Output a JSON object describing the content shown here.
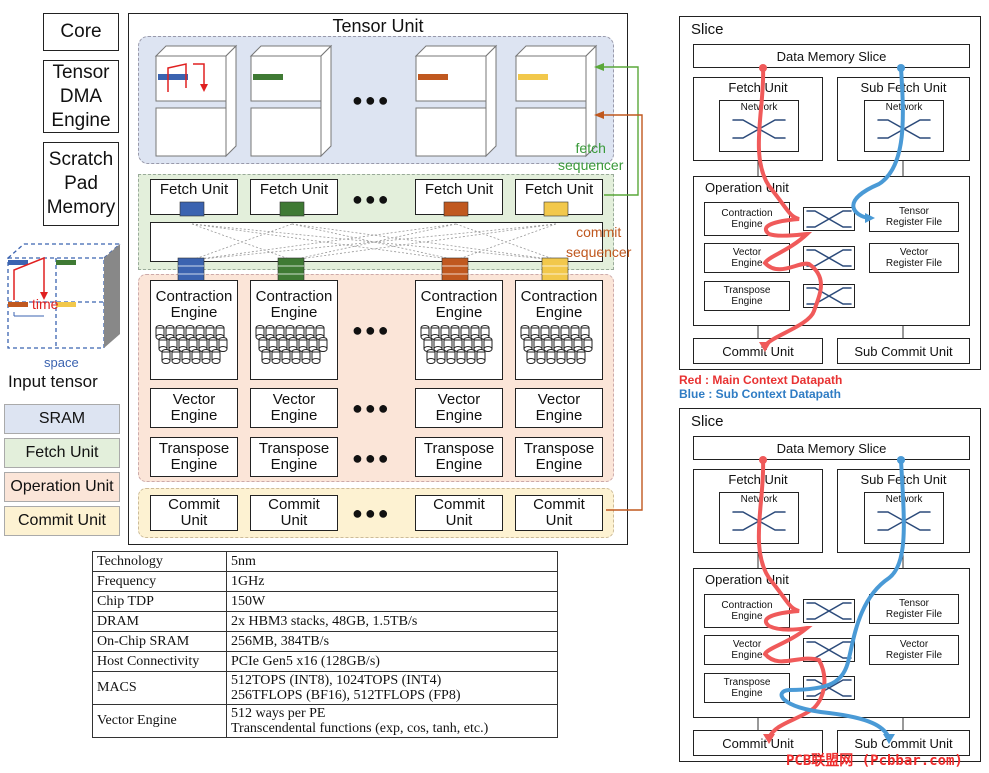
{
  "left_column": {
    "core": "Core",
    "tensor_dma": "Tensor\nDMA\nEngine",
    "scratch_pad": "Scratch\nPad\nMemory",
    "time_label": "time",
    "space_label": "space",
    "input_tensor": "Input tensor"
  },
  "legend": {
    "sram": "SRAM",
    "fetch": "Fetch Unit",
    "operation": "Operation Unit",
    "commit": "Commit Unit"
  },
  "tensor_unit": {
    "title": "Tensor Unit",
    "fetch_unit_label": "Fetch Unit",
    "contraction_label": "Contraction\nEngine",
    "vector_label": "Vector\nEngine",
    "transpose_label": "Transpose\nEngine",
    "commit_label": "Commit\nUnit",
    "fetch_sequencer": "fetch\nsequencer",
    "commit_sequencer": "commit\nsequencer",
    "ellipsis": "●●●"
  },
  "colors": {
    "sram_bg": "#dde4f2",
    "fetch_bg": "#e3efdb",
    "operation_bg": "#fbe5d8",
    "commit_bg": "#fdf2d2",
    "blue": "#3b63b0",
    "green": "#3f7a34",
    "orange": "#c0581f",
    "yellow": "#f2c84b",
    "main_path": "#f05a5a",
    "sub_path": "#4a9ad6"
  },
  "specs": [
    {
      "k": "Technology",
      "v": [
        "5nm"
      ]
    },
    {
      "k": "Frequency",
      "v": [
        "1GHz"
      ]
    },
    {
      "k": "Chip TDP",
      "v": [
        "150W"
      ]
    },
    {
      "k": "DRAM",
      "v": [
        "2x HBM3 stacks, 48GB, 1.5TB/s"
      ]
    },
    {
      "k": "On-Chip SRAM",
      "v": [
        "256MB, 384TB/s"
      ]
    },
    {
      "k": "Host Connectivity",
      "v": [
        "PCIe Gen5 x16 (128GB/s)"
      ]
    },
    {
      "k": "MACS",
      "v": [
        "512TOPS (INT8), 1024TOPS (INT4)",
        "256TFLOPS (BF16), 512TFLOPS (FP8)"
      ]
    },
    {
      "k": "Vector Engine",
      "v": [
        "512 ways per PE",
        "Transcendental functions (exp, cos, tanh, etc.)"
      ]
    }
  ],
  "slice": {
    "title": "Slice",
    "data_memory": "Data Memory Slice",
    "fetch_unit": "Fetch Unit",
    "sub_fetch_unit": "Sub Fetch Unit",
    "network": "Network",
    "operation_unit": "Operation Unit",
    "contraction": "Contraction\nEngine",
    "vector": "Vector\nEngine",
    "transpose": "Transpose\nEngine",
    "tensor_rf": "Tensor\nRegister File",
    "vector_rf": "Vector\nRegister File",
    "commit_unit": "Commit Unit",
    "sub_commit_unit": "Sub Commit Unit"
  },
  "datapath_legend": {
    "red": "Red : Main Context Datapath",
    "blue": "Blue : Sub Context Datapath"
  },
  "watermark": "PCB联盟网 (Pcbbar.com)"
}
